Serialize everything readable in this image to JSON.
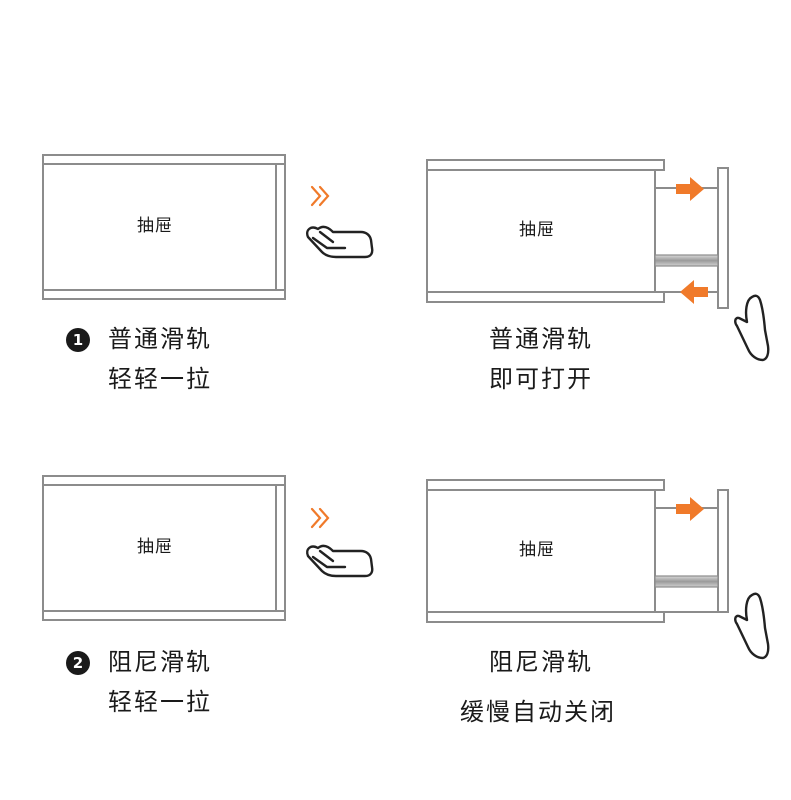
{
  "drawer_label": "抽屉",
  "row1": {
    "step_number": "1",
    "left_title": "普通滑轨",
    "left_sub": "轻轻一拉",
    "right_title": "普通滑轨",
    "right_sub": "即可打开"
  },
  "row2": {
    "step_number": "2",
    "left_title": "阻尼滑轨",
    "left_sub": "轻轻一拉",
    "right_title": "阻尼滑轨",
    "right_sub": "缓慢自动关闭"
  },
  "colors": {
    "accent": "#f07a2a",
    "line": "#8c8c8c",
    "text": "#1a1a1a"
  },
  "icons": [
    "double-chevron-right-icon",
    "hand-pull-icon",
    "hand-push-icon",
    "arrow-right-icon",
    "arrow-left-icon"
  ]
}
